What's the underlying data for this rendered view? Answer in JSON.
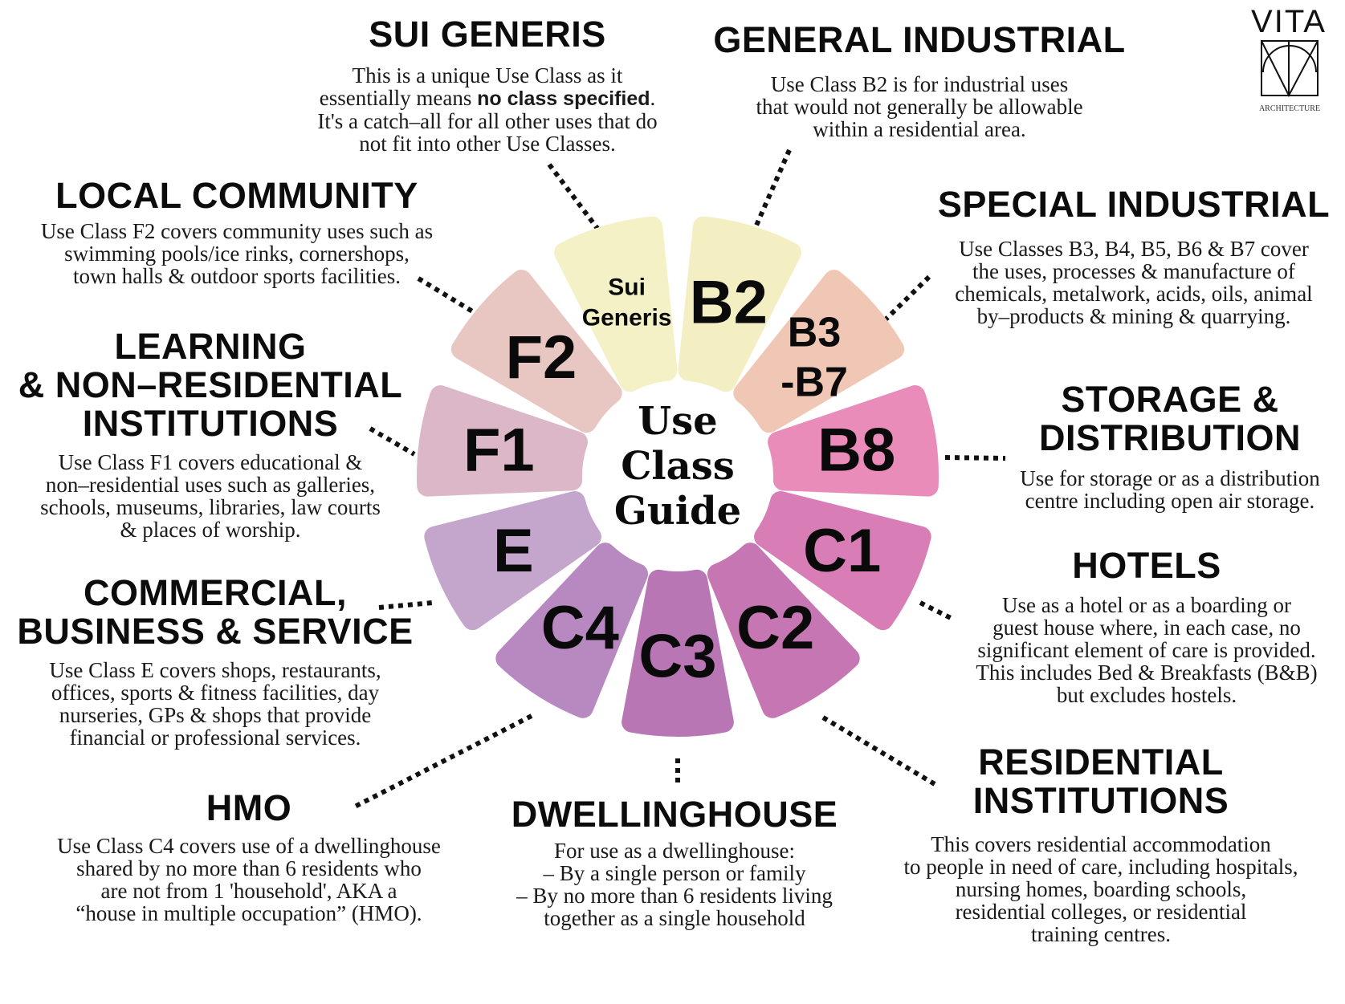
{
  "logo": {
    "name": "VITA",
    "sub": "ARCHITECTURE"
  },
  "center_title": [
    "Use",
    "Class",
    "Guide"
  ],
  "petals": [
    {
      "label": [
        "Sui",
        "Generis"
      ],
      "color": "#f4f1c6"
    },
    {
      "label": [
        "B2"
      ],
      "color": "#f3efc2"
    },
    {
      "label": [
        "B3",
        "-B7"
      ],
      "color": "#f0c6b4"
    },
    {
      "label": [
        "B8"
      ],
      "color": "#e98cba"
    },
    {
      "label": [
        "C1"
      ],
      "color": "#d87db6"
    },
    {
      "label": [
        "C2"
      ],
      "color": "#c676b2"
    },
    {
      "label": [
        "C3"
      ],
      "color": "#b876b4"
    },
    {
      "label": [
        "C4"
      ],
      "color": "#b889c0"
    },
    {
      "label": [
        "E"
      ],
      "color": "#c4a5cc"
    },
    {
      "label": [
        "F1"
      ],
      "color": "#dcb7c7"
    },
    {
      "label": [
        "F2"
      ],
      "color": "#e8c6c2"
    }
  ],
  "blocks": {
    "sui": {
      "title": [
        "SUI GENERIS"
      ],
      "body": [
        "This is a unique Use Class as it",
        {
          "pre": "essentially means ",
          "bold": "no class specified",
          "post": "."
        },
        "It's a catch–all for all other uses that do",
        "not fit into other Use Classes."
      ]
    },
    "general": {
      "title": [
        "GENERAL INDUSTRIAL"
      ],
      "body": [
        "Use Class B2 is for industrial uses",
        "that would not generally be allowable",
        "within a residential area."
      ]
    },
    "local": {
      "title": [
        "LOCAL COMMUNITY"
      ],
      "body": [
        "Use Class F2 covers community uses such as",
        "swimming pools/ice rinks, cornershops,",
        "town halls & outdoor sports facilities."
      ]
    },
    "learning": {
      "title": [
        "LEARNING",
        "& NON–RESIDENTIAL",
        "INSTITUTIONS"
      ],
      "body": [
        "Use Class F1 covers educational &",
        "non–residential uses such as galleries,",
        "schools, museums, libraries, law courts",
        "& places of worship."
      ]
    },
    "commercial": {
      "title": [
        "COMMERCIAL,",
        "BUSINESS & SERVICE"
      ],
      "body": [
        "Use Class E covers shops, restaurants,",
        "offices, sports & fitness facilities, day",
        "nurseries, GPs & shops that provide",
        "financial or professional services."
      ]
    },
    "hmo": {
      "title": [
        "HMO"
      ],
      "body": [
        "Use Class C4 covers use of a dwellinghouse",
        "shared by no more than 6 residents who",
        "are not from 1 'household', AKA a",
        "“house in multiple occupation” (HMO)."
      ]
    },
    "dwelling": {
      "title": [
        "DWELLINGHOUSE"
      ],
      "body": [
        "For use as a dwellinghouse:",
        "– By a single person or family",
        "– By no more than 6 residents living",
        "together as a single household"
      ]
    },
    "residential": {
      "title": [
        "RESIDENTIAL",
        "INSTITUTIONS"
      ],
      "body": [
        "This covers residential accommodation",
        "to people in need of care, including hospitals,",
        "nursing homes, boarding schools,",
        "residential colleges, or residential",
        "training centres."
      ]
    },
    "hotels": {
      "title": [
        "HOTELS"
      ],
      "body": [
        "Use as a hotel or as a boarding or",
        "guest house where, in each case, no",
        "significant element of care is provided.",
        "This includes Bed & Breakfasts (B&B)",
        "but excludes hostels."
      ]
    },
    "storage": {
      "title": [
        "STORAGE &",
        "DISTRIBUTION"
      ],
      "body": [
        "Use for storage or as a distribution",
        "centre including open air storage."
      ]
    },
    "special": {
      "title": [
        "SPECIAL INDUSTRIAL"
      ],
      "body": [
        "Use Classes B3, B4, B5, B6 & B7 cover",
        "the uses, processes & manufacture of",
        "chemicals, metalwork, acids, oils, animal",
        "by–products & mining & quarrying."
      ]
    }
  }
}
